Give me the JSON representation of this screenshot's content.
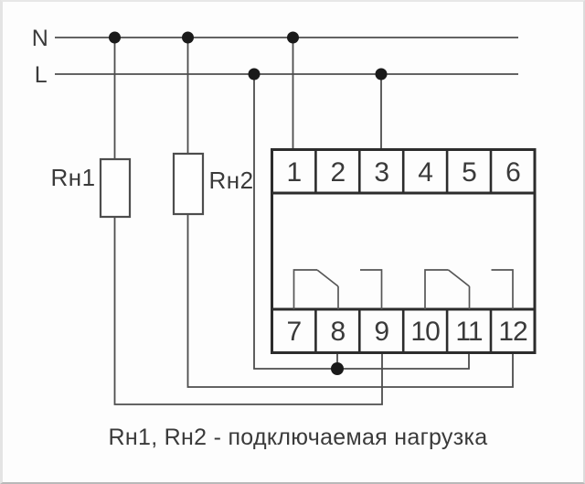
{
  "labels": {
    "neutral": "N",
    "live": "L",
    "load1": "Rн1",
    "load2": "Rн2"
  },
  "device": {
    "terminals_top": [
      "1",
      "2",
      "3",
      "4",
      "5",
      "6"
    ],
    "terminals_bottom": [
      "7",
      "8",
      "9",
      "10",
      "11",
      "12"
    ]
  },
  "caption": "Rн1, Rн2 - подключаемая нагрузка",
  "colors": {
    "background": "#fdfdfd",
    "wire": "#4d4d4d",
    "device": "#2c2c2c",
    "dot": "#1a1a1a",
    "text": "#3a3a3a"
  }
}
